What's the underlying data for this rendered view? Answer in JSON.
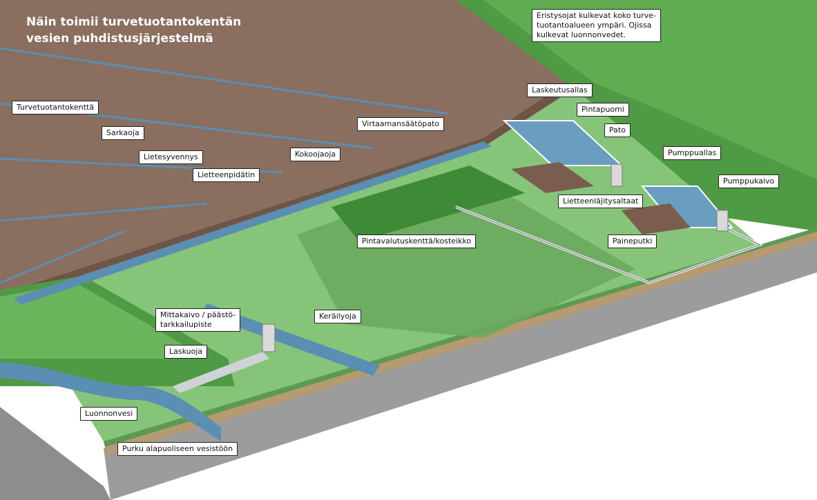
{
  "title": {
    "line1": "Näin toimii turvetuotantokentän",
    "line2": "vesien puhdistusjärjestelmä"
  },
  "labels": {
    "note": {
      "line1": "Eristysojat kulkevat koko turve-",
      "line2": "tuotantoalueen ympäri. Ojissa",
      "line3": "kulkevat luonnonvedet."
    },
    "turvetuotantokentta": "Turvetuotantokenttä",
    "sarkaoja": "Sarkaoja",
    "lietesyvennys": "Lietesyvennys",
    "lietteenpidatin": "Lietteenpidätin",
    "kokoojaoja": "Kokoojaoja",
    "virtaamansaatopato": "Virtaamansäätöpato",
    "laskeutusallas": "Laskeutusallas",
    "pintapuomi": "Pintapuomi",
    "pato": "Pato",
    "pumppuallas": "Pumppuallas",
    "pumppukaivo": "Pumppukaivo",
    "lietteenlajitysaltaat": "Lietteenläjitysaltaat",
    "paineputki": "Paineputki",
    "pintavalutuskentta": "Pintavalutuskenttä/kosteikko",
    "mittakaivo": {
      "line1": "Mittakaivo / päästö-",
      "line2": "tarkkailupiste"
    },
    "keralyoja": "Keräilyoja",
    "laskuoja": "Laskuoja",
    "luonnonvesi": "Luonnonvesi",
    "purku": "Purku alapuoliseen vesistöön"
  },
  "colors": {
    "peat": "#8a6e5f",
    "peat_edge": "#6f5547",
    "grass": "#86c579",
    "grass_dark": "#6aa85e",
    "forest": "#4f9a44",
    "forest_light": "#7cc06d",
    "water": "#5a8fb3",
    "water_light": "#9cc0da",
    "soil": "#b59a72",
    "base": "#9a9a9a",
    "base_dark": "#7a7a7a"
  }
}
